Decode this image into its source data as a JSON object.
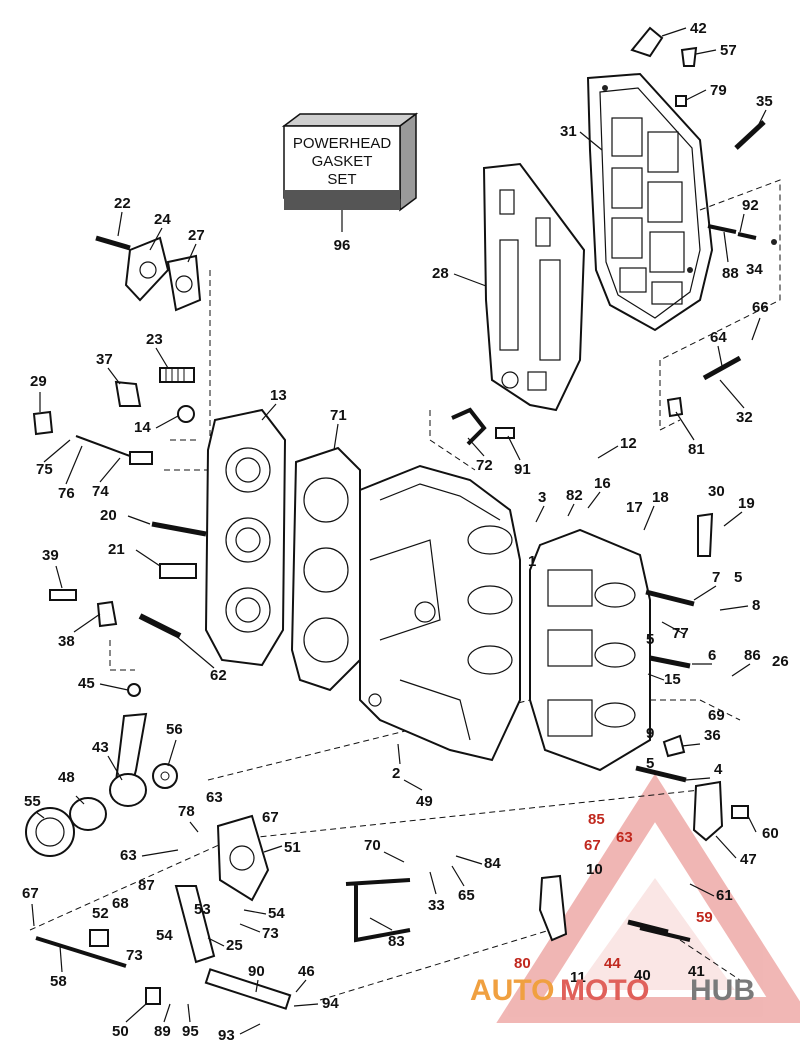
{
  "gasket_set": {
    "line1": "POWERHEAD",
    "line2": "GASKET",
    "line3": "SET",
    "ref": "96"
  },
  "watermark": {
    "part1": "AUTO",
    "part2": "MOTO",
    "part3": "HUB",
    "color_orange": "#f0a040",
    "color_red": "#e0605a",
    "color_grey": "#7a7a7a"
  },
  "labels": {
    "l42": "42",
    "l57": "57",
    "l79": "79",
    "l35": "35",
    "l31": "31",
    "l92": "92",
    "l88": "88",
    "l34": "34",
    "l28": "28",
    "l22": "22",
    "l24": "24",
    "l27": "27",
    "l23": "23",
    "l37": "37",
    "l29": "29",
    "l14": "14",
    "l13": "13",
    "l71": "71",
    "l75": "75",
    "l76": "76",
    "l74": "74",
    "l66": "66",
    "l64": "64",
    "l32": "32",
    "l81": "81",
    "l72": "72",
    "l91": "91",
    "l12": "12",
    "l16": "16",
    "l82": "82",
    "l3": "3",
    "l18": "18",
    "l30": "30",
    "l19": "19",
    "l17": "17",
    "l1": "1",
    "l20": "20",
    "l21": "21",
    "l39": "39",
    "l38": "38",
    "l62": "62",
    "l7": "7",
    "l5a": "5",
    "l8": "8",
    "l77": "77",
    "l5b": "5",
    "l6": "6",
    "l86": "86",
    "l26": "26",
    "l15": "15",
    "l69": "69",
    "l45": "45",
    "l43": "43",
    "l56": "56",
    "l9": "9",
    "l36": "36",
    "l2": "2",
    "l5c": "5",
    "l4": "4",
    "l48": "48",
    "l49": "49",
    "l55": "55",
    "l63a": "63",
    "l78": "78",
    "l67a": "67",
    "l85": "85",
    "l51": "51",
    "l63b": "63",
    "l87": "87",
    "l60": "60",
    "l70": "70",
    "l63c": "63",
    "l47": "47",
    "l84": "84",
    "l67b": "67",
    "l67c": "67",
    "l68": "68",
    "l10": "10",
    "l61": "61",
    "l33": "33",
    "l65": "65",
    "l53": "53",
    "l54a": "54",
    "l52": "52",
    "l73a": "73",
    "l59": "59",
    "l54b": "54",
    "l25": "25",
    "l83": "83",
    "l73b": "73",
    "l58": "58",
    "l90": "90",
    "l46": "46",
    "l80": "80",
    "l11": "11",
    "l44": "44",
    "l40": "40",
    "l41": "41",
    "l94": "94",
    "l50": "50",
    "l89": "89",
    "l95": "95",
    "l93": "93"
  }
}
